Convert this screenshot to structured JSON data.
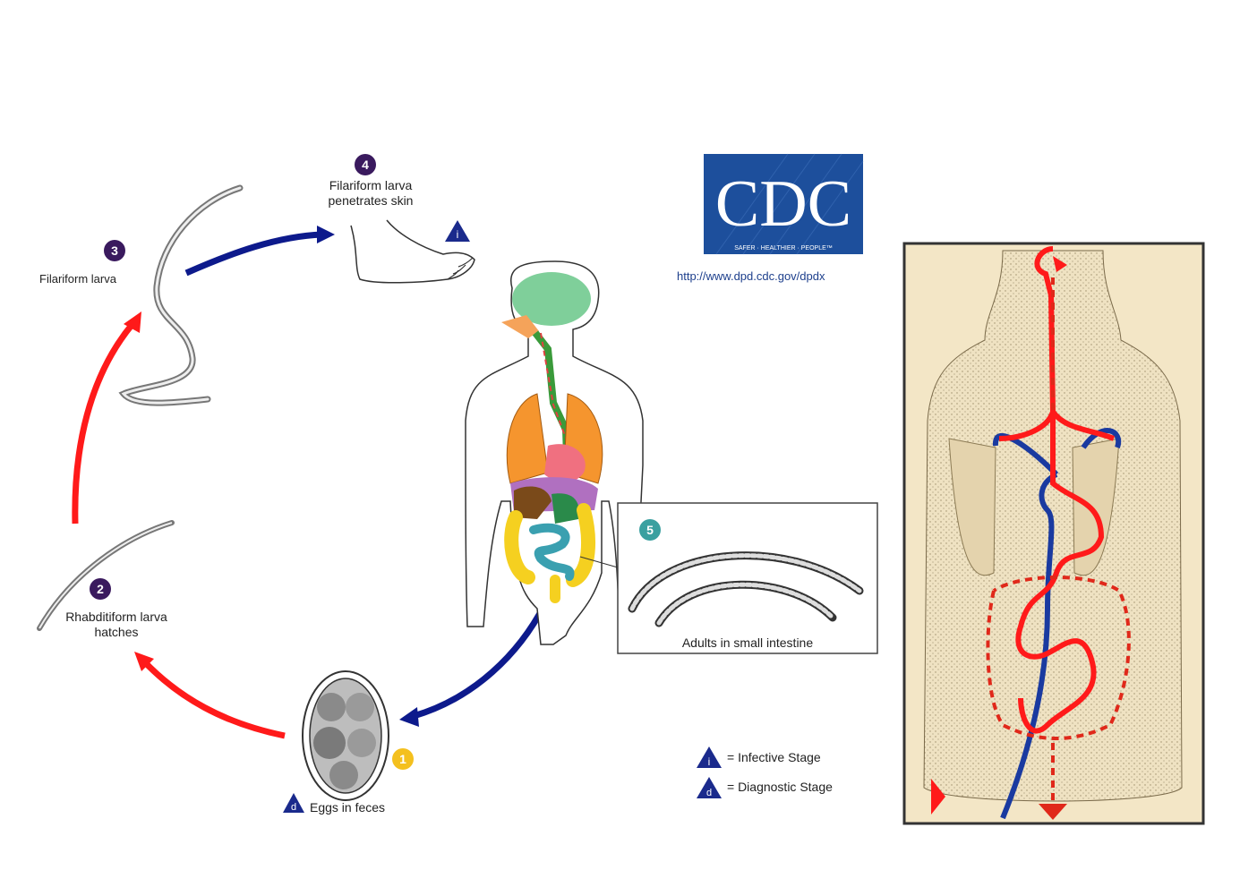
{
  "stages": {
    "s1": {
      "number": "1",
      "label": "Eggs in feces",
      "marker": "d"
    },
    "s2": {
      "number": "2",
      "label_line1": "Rhabditiform larva",
      "label_line2": "hatches"
    },
    "s3": {
      "number": "3",
      "label": "Filariform larva"
    },
    "s4": {
      "number": "4",
      "label_line1": "Filariform larva",
      "label_line2": "penetrates skin",
      "marker": "i"
    },
    "s5": {
      "number": "5",
      "label": "Adults in small intestine"
    }
  },
  "logo": {
    "text": "CDC",
    "tagline": "SAFER · HEALTHIER · PEOPLE™",
    "url": "http://www.dpd.cdc.gov/dpdx"
  },
  "legend": {
    "infective": {
      "marker": "i",
      "label": "= Infective Stage"
    },
    "diagnostic": {
      "marker": "d",
      "label": "= Diagnostic Stage"
    }
  },
  "colors": {
    "red_arrow": "#ff1a1a",
    "blue_arrow": "#0d1a8c",
    "badge_purple": "#3a1a5e",
    "badge_teal": "#3aa0a0",
    "badge_yellow": "#f4c01e",
    "cdc_blue": "#1d4f9c",
    "panel_bg": "#f3e6c6"
  }
}
